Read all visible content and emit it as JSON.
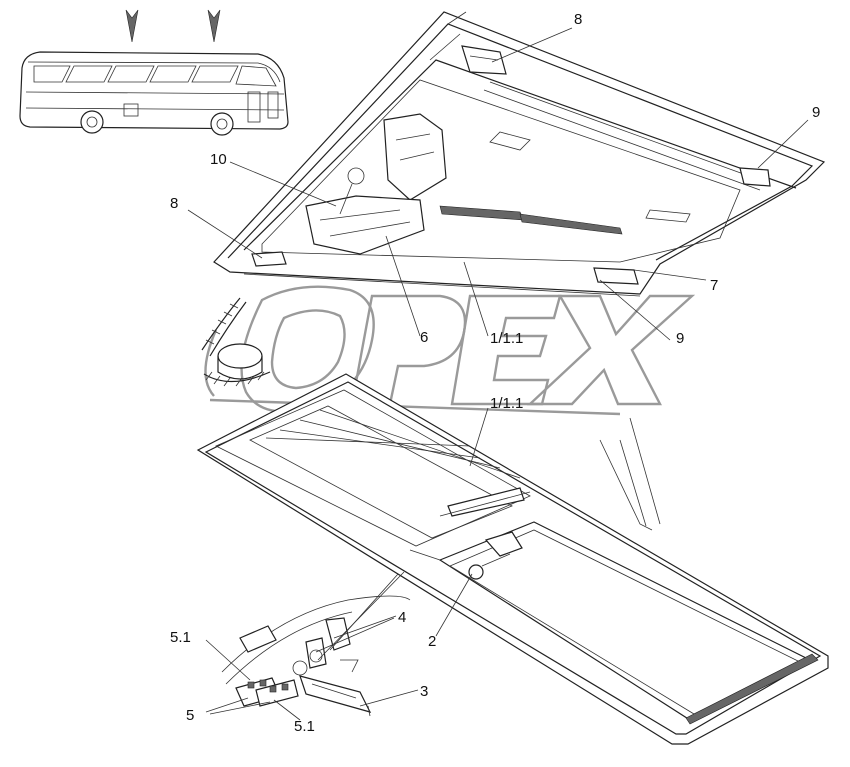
{
  "callouts": {
    "c8_top": "8",
    "c9_right": "9",
    "c10": "10",
    "c8_left": "8",
    "c7": "7",
    "c6": "6",
    "c111_upper": "1/1.1",
    "c9_lower": "9",
    "c111_lower": "1/1.1",
    "c4": "4",
    "c51_left": "5.1",
    "c2": "2",
    "c3": "3",
    "c5": "5",
    "c51_bottom": "5.1"
  },
  "watermark": "OPEX"
}
